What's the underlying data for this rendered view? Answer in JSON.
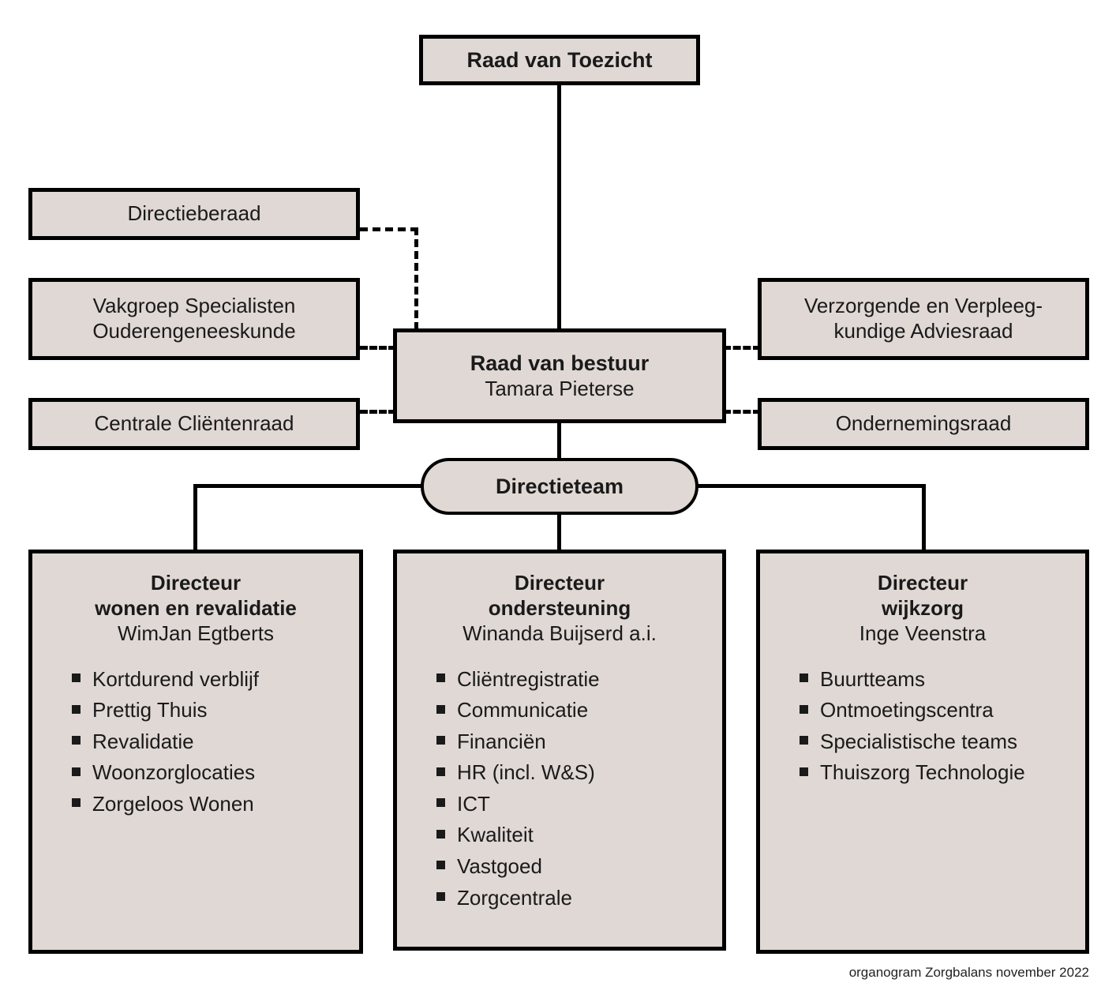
{
  "chart_title": "organogram Zorgbalans november 2022",
  "colors": {
    "box_fill": "#e0d8d4",
    "border": "#000000",
    "text": "#1a1a1a",
    "page_background": "#ffffff"
  },
  "top": {
    "supervisory_board": "Raad van Toezicht"
  },
  "advisory": {
    "left": [
      {
        "label": "Directieberaad"
      },
      {
        "label": "Vakgroep Specialisten",
        "label_line2": "Ouderengeneeskunde"
      },
      {
        "label": "Centrale Cliëntenraad"
      }
    ],
    "right": [
      {
        "label": "Verzorgende en Verpleeg-",
        "label_line2": "kundige Adviesraad"
      },
      {
        "label": "Ondernemingsraad"
      }
    ]
  },
  "board": {
    "title": "Raad van bestuur",
    "person": "Tamara Pieterse"
  },
  "management_team": {
    "label": "Directieteam"
  },
  "directors": [
    {
      "role": "Directeur",
      "area": "wonen en revalidatie",
      "person": "WimJan Egtberts",
      "items": [
        "Kortdurend verblijf",
        "Prettig Thuis",
        "Revalidatie",
        "Woonzorglocaties",
        "Zorgeloos Wonen"
      ]
    },
    {
      "role": "Directeur",
      "area": "ondersteuning",
      "person": "Winanda Buijserd a.i.",
      "items": [
        "Cliëntregistratie",
        "Communicatie",
        "Financiën",
        "HR (incl. W&S)",
        "ICT",
        "Kwaliteit",
        "Vastgoed",
        "Zorgcentrale"
      ]
    },
    {
      "role": "Directeur",
      "area": "wijkzorg",
      "person": "Inge Veenstra",
      "items": [
        "Buurtteams",
        "Ontmoetingscentra",
        "Specialistische teams",
        "Thuiszorg Technologie"
      ]
    }
  ],
  "footer": {
    "note": "organogram Zorgbalans november 2022"
  }
}
